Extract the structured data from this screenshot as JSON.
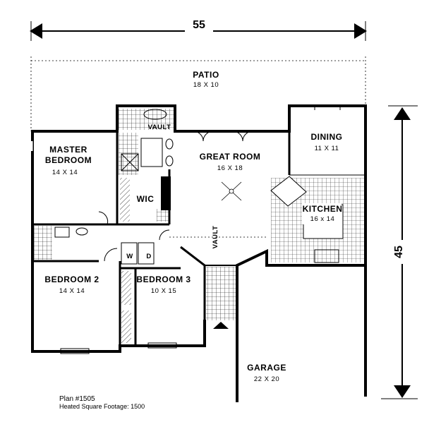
{
  "dimensions": {
    "width": "55",
    "depth": "45"
  },
  "rooms": {
    "patio": {
      "name": "PATIO",
      "size": "18 X 10"
    },
    "master": {
      "name_line1": "MASTER",
      "name_line2": "BEDROOM",
      "size": "14 X 14"
    },
    "vault_bath": {
      "name": "VAULT"
    },
    "great_room": {
      "name": "GREAT ROOM",
      "size": "16 X 18"
    },
    "dining": {
      "name": "DINING",
      "size": "11 X 11"
    },
    "kitchen": {
      "name": "KITCHEN",
      "size": "16 x 14"
    },
    "wic": {
      "name": "WIC"
    },
    "vault_hall": {
      "name": "VAULT"
    },
    "wd": {
      "w": "W",
      "d": "D"
    },
    "bedroom2": {
      "name": "BEDROOM 2",
      "size": "14 X 14"
    },
    "bedroom3": {
      "name": "BEDROOM 3",
      "size": "10 X 15"
    },
    "garage": {
      "name": "GARAGE",
      "size": "22 X 20"
    }
  },
  "plan_info": {
    "plan_number": "Plan #1505",
    "footage": "Heated Square Footage:  1500"
  }
}
